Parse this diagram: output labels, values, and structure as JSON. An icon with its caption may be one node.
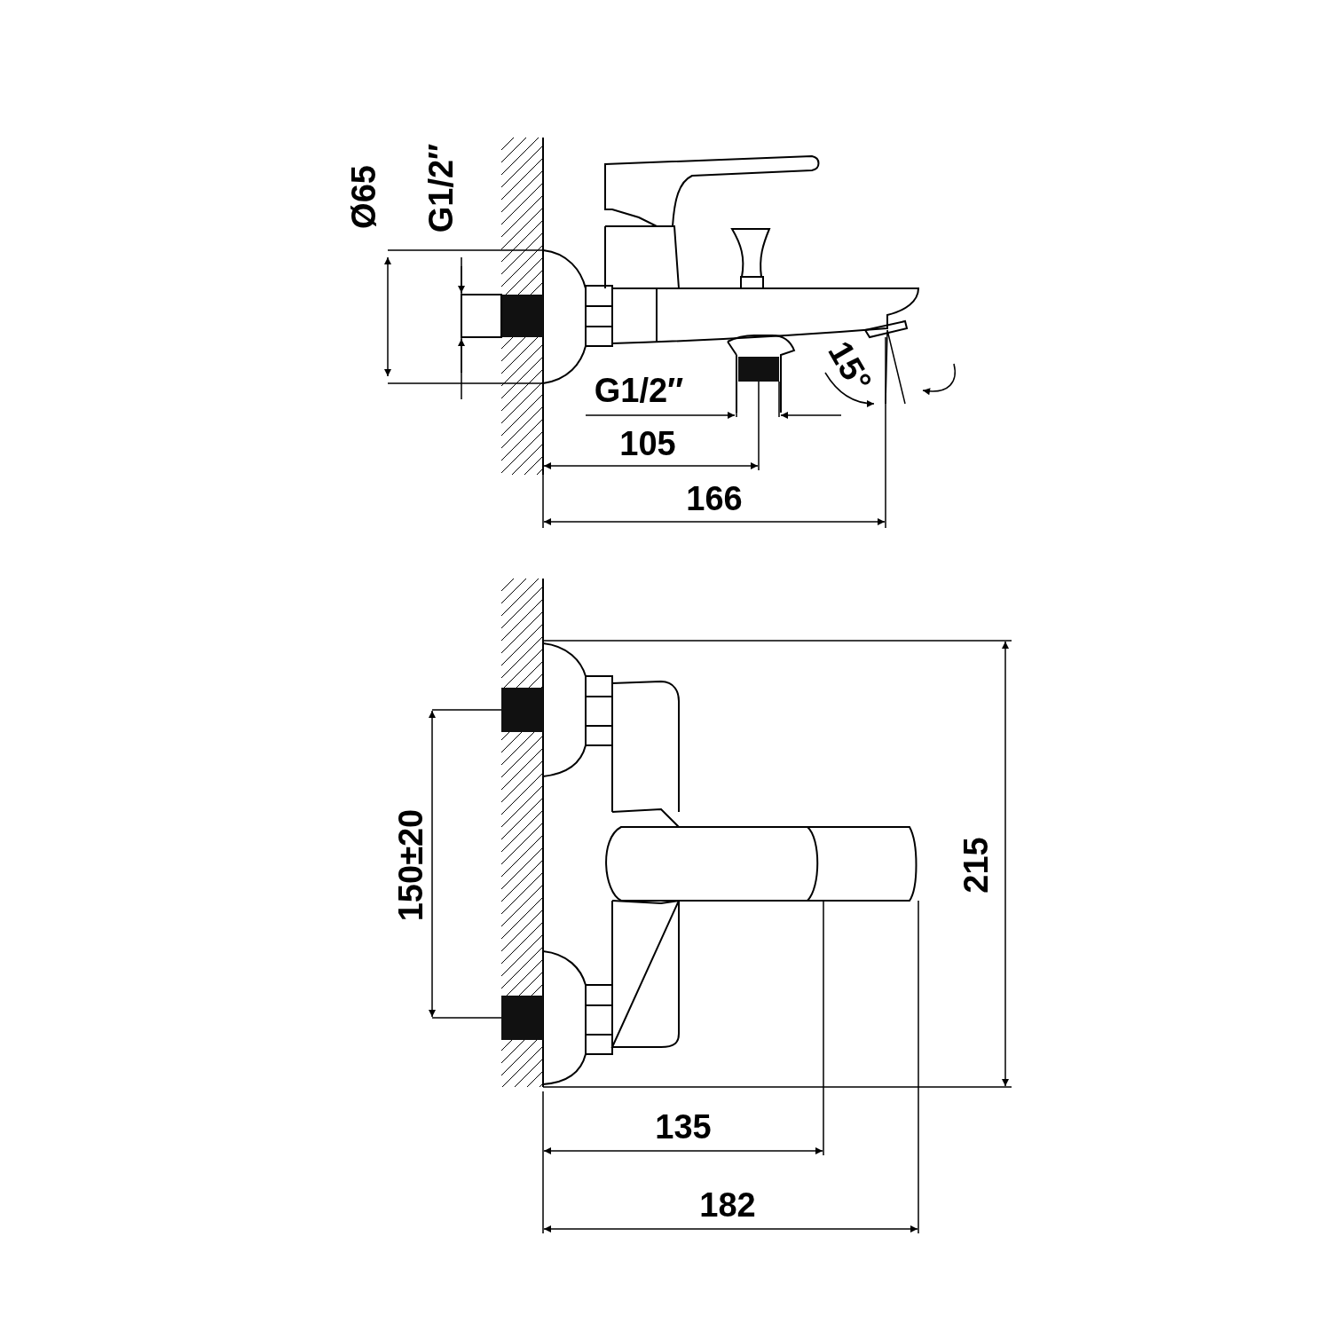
{
  "diagram": {
    "labels": [
      "Ø65",
      "G1/2″",
      "15°",
      "G1/2″",
      "105",
      "166",
      "150±20",
      "215",
      "135",
      "182"
    ]
  }
}
